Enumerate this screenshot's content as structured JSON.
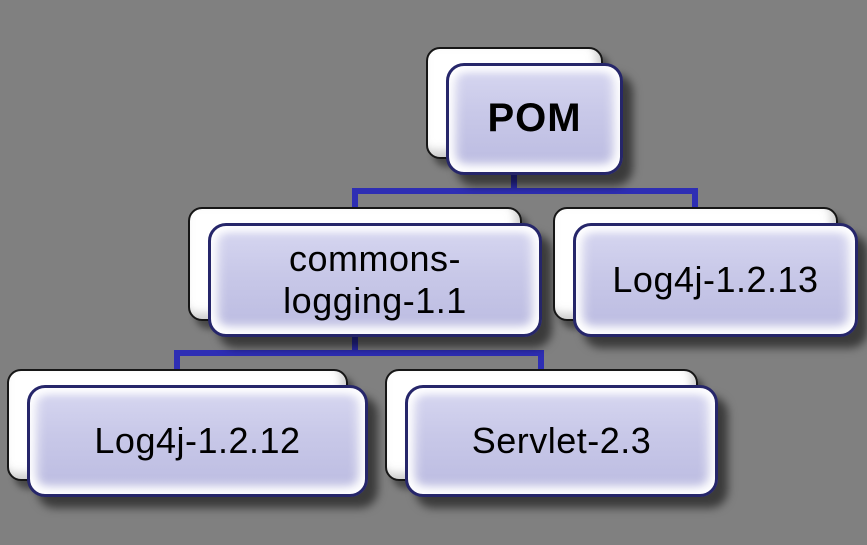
{
  "diagram": {
    "type": "dependency-tree",
    "colors": {
      "background": "#808080",
      "connector": "#2e2eb4",
      "node_fill": "#c9c9e8",
      "node_border": "#26266a",
      "back_card": "#ffffff",
      "text": "#000000"
    },
    "nodes": [
      {
        "id": "pom",
        "label": "POM"
      },
      {
        "id": "commons-logging-1.1",
        "label": "commons-logging-1.1"
      },
      {
        "id": "log4j-1.2.13",
        "label": "Log4j-1.2.13"
      },
      {
        "id": "log4j-1.2.12",
        "label": "Log4j-1.2.12"
      },
      {
        "id": "servlet-2.3",
        "label": "Servlet-2.3"
      }
    ],
    "edges": [
      {
        "from": "POM",
        "to": "commons-logging-1.1"
      },
      {
        "from": "POM",
        "to": "Log4j-1.2.13"
      },
      {
        "from": "commons-logging-1.1",
        "to": "Log4j-1.2.12"
      },
      {
        "from": "commons-logging-1.1",
        "to": "Servlet-2.3"
      }
    ]
  }
}
